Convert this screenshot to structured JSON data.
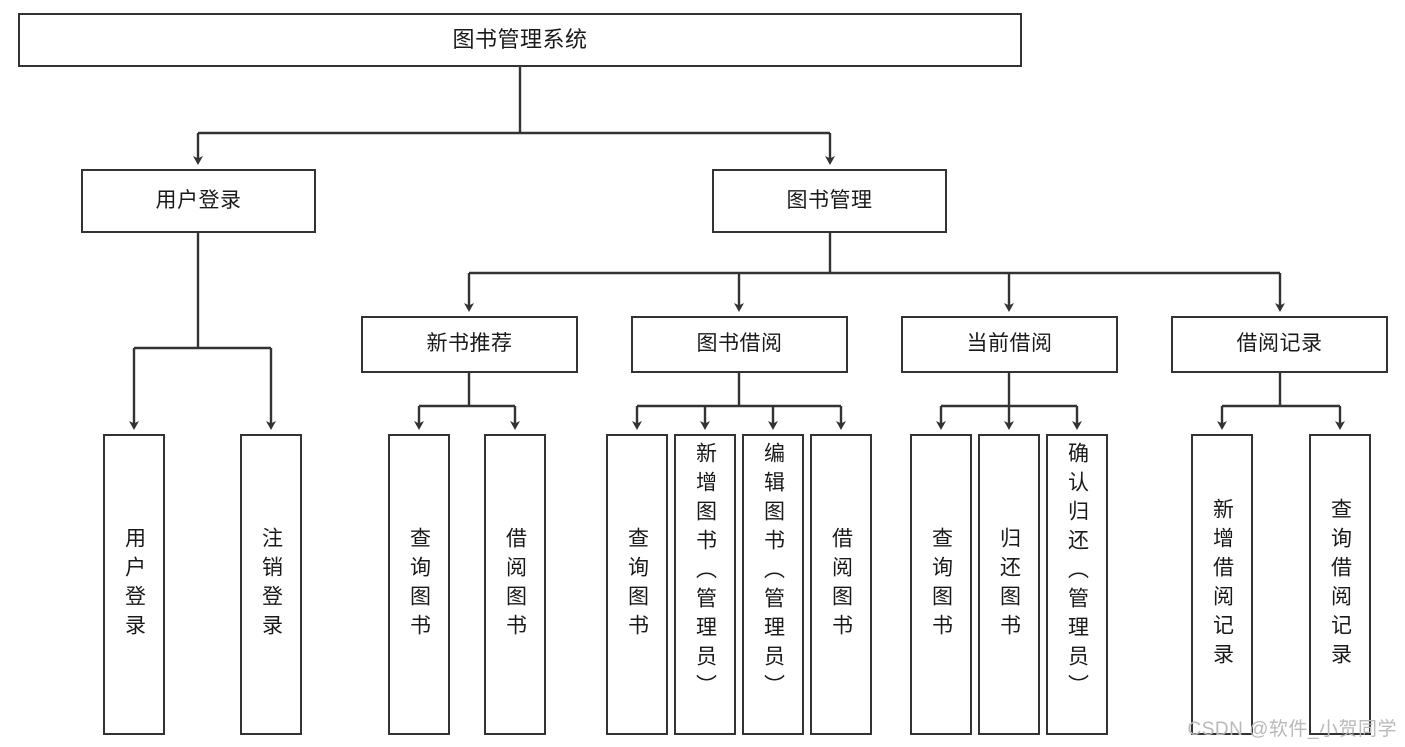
{
  "diagram": {
    "title": "图书管理系统",
    "type": "tree-hierarchy-chart",
    "root": {
      "label": "图书管理系统"
    },
    "level2": [
      {
        "label": "用户登录"
      },
      {
        "label": "图书管理"
      }
    ],
    "level3": [
      {
        "label": "新书推荐"
      },
      {
        "label": "图书借阅"
      },
      {
        "label": "当前借阅"
      },
      {
        "label": "借阅记录"
      }
    ],
    "leaves": {
      "user_login": [
        {
          "label": "用户登录"
        },
        {
          "label": "注销登录"
        }
      ],
      "new_book_recommend": [
        {
          "label": "查询图书"
        },
        {
          "label": "借阅图书"
        }
      ],
      "book_borrow": [
        {
          "label": "查询图书"
        },
        {
          "label": "新增图书（管理员）"
        },
        {
          "label": "编辑图书（管理员）"
        },
        {
          "label": "借阅图书"
        }
      ],
      "current_borrow": [
        {
          "label": "查询图书"
        },
        {
          "label": "归还图书"
        },
        {
          "label": "确认归还（管理员）"
        }
      ],
      "borrow_record": [
        {
          "label": "新增借阅记录"
        },
        {
          "label": "查询借阅记录"
        }
      ]
    }
  },
  "watermark": {
    "text": "CSDN @软件_小贺同学"
  },
  "colors": {
    "stroke": "#333333",
    "box_fill": "#ffffff",
    "text": "#1a1a1a",
    "watermark": "#b9b9b9",
    "background": "#ffffff"
  }
}
